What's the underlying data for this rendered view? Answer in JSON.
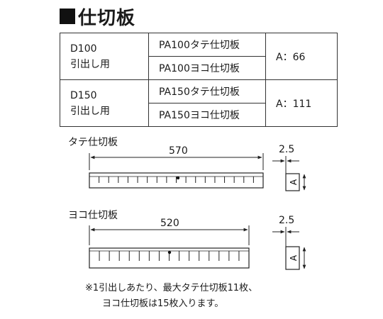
{
  "title": "仕切板",
  "table": {
    "groups": [
      {
        "model_line1": "D100",
        "model_line2": "引出し用",
        "parts": [
          "PA100タテ仕切板",
          "PA100ヨコ仕切板"
        ],
        "spec": "A：66"
      },
      {
        "model_line1": "D150",
        "model_line2": "引出し用",
        "parts": [
          "PA150タテ仕切板",
          "PA150ヨコ仕切板"
        ],
        "spec": "A：111"
      }
    ]
  },
  "tate": {
    "label": "タテ仕切板",
    "length": "570",
    "thickness": "2.5",
    "height_label": "A"
  },
  "yoko": {
    "label": "ヨコ仕切板",
    "length": "520",
    "thickness": "2.5",
    "height_label": "A"
  },
  "note": {
    "line1": "※1引出しあたり、最大タテ仕切板11枚、",
    "line2": "ヨコ仕切板は15枚入ります。"
  }
}
